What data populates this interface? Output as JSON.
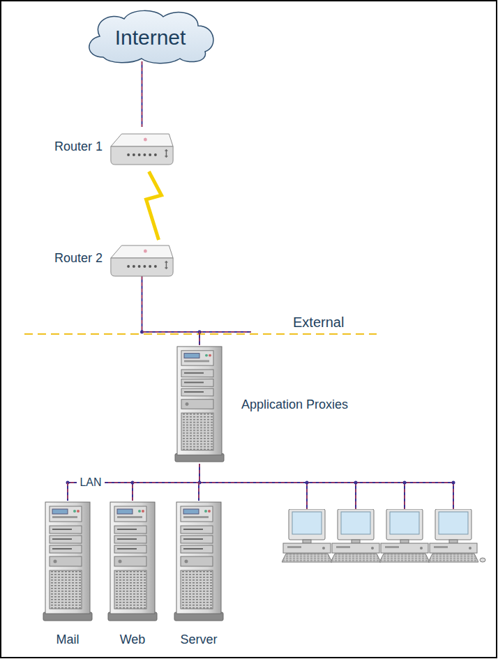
{
  "diagram": {
    "nodes": [
      {
        "text": [
          "Internet"
        ]
      },
      {
        "text": [
          "Router 1"
        ]
      },
      {
        "text": [
          "Router 2"
        ]
      },
      {
        "text": [
          "Application Proxies"
        ]
      },
      {
        "text": [
          "Mail"
        ]
      },
      {
        "text": [
          "Web"
        ]
      },
      {
        "text": [
          "Server"
        ]
      }
    ],
    "edges": [
      {
        "from": 0,
        "to": 1,
        "arrow": "none"
      },
      {
        "from": 1,
        "to": 2,
        "arrow": "none"
      },
      {
        "from": 2,
        "to": 3,
        "arrow": "none"
      },
      {
        "from": 3,
        "to": 4,
        "arrow": "none"
      },
      {
        "from": 3,
        "to": 5,
        "arrow": "none"
      },
      {
        "from": 3,
        "to": 6,
        "arrow": "none"
      }
    ],
    "labels": [
      "External",
      "LAN"
    ]
  }
}
